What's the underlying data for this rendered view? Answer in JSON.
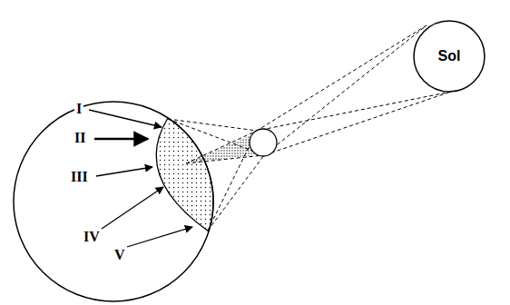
{
  "diagram": {
    "nodes": [
      {
        "text": [
          "Sol"
        ]
      }
    ],
    "labels": [
      "I",
      "II",
      "III",
      "IV",
      "V"
    ]
  }
}
